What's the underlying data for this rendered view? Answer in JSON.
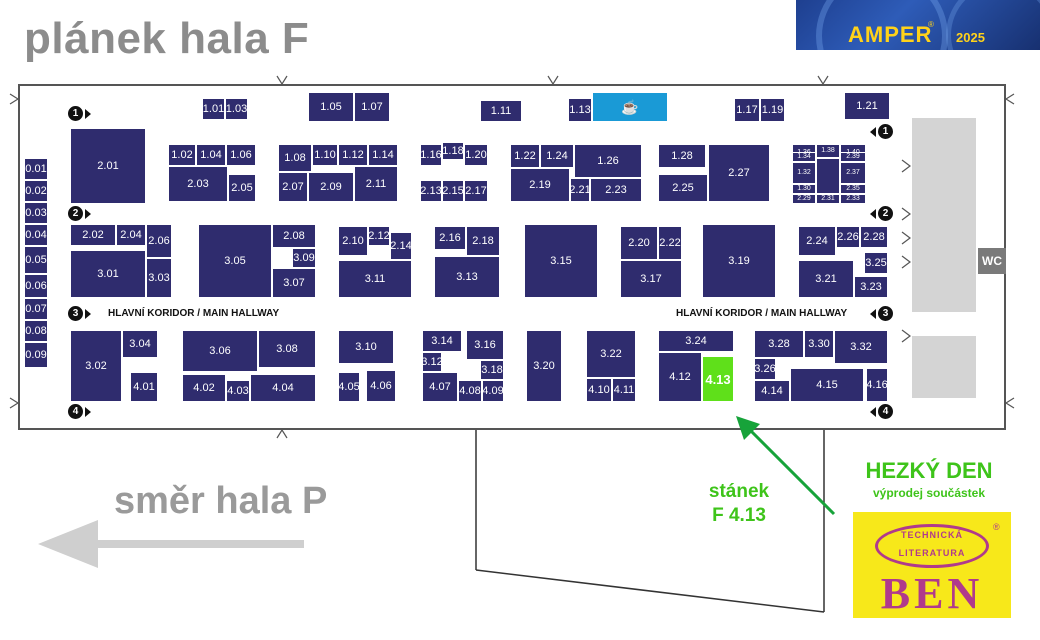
{
  "title": "plánek hala F",
  "amper_logo": {
    "brand": "AMPER",
    "reg": "®",
    "year": "2025"
  },
  "corridor_label": "HLAVNÍ KORIDOR / MAIN HALLWAY",
  "markers": [
    "1",
    "2",
    "3",
    "4"
  ],
  "wc_label": "WC",
  "highlight_booth": "4.13",
  "stand_label_line1": "stánek",
  "stand_label_line2": "F 4.13",
  "exhibitor": {
    "name": "HEZKÝ DEN",
    "subtitle": "výprodej součástek"
  },
  "ben_logo": {
    "line1": "TECHNICKÁ",
    "line2": "LITERATURA",
    "brand": "BEN",
    "reg": "®"
  },
  "direction_label": "směr hala P",
  "colors": {
    "booth": "#2f2c6e",
    "highlight": "#5fe01a",
    "cafe": "#1a9ad6",
    "green_text": "#3ec41a"
  },
  "icons": {
    "cafe": "coffee-cup-icon",
    "door": "door-icon",
    "arrow": "arrow-left-icon"
  },
  "booth_labels": {
    "b001": "0.01",
    "b002": "0.02",
    "b003": "0.03",
    "b004": "0.04",
    "b005": "0.05",
    "b006": "0.06",
    "b007": "0.07",
    "b008": "0.08",
    "b009": "0.09",
    "b101": "1.01",
    "b103": "1.03",
    "b105": "1.05",
    "b107": "1.07",
    "b111": "1.11",
    "b113": "1.13",
    "b117": "1.17",
    "b119": "1.19",
    "b121": "1.21",
    "b102": "1.02",
    "b104": "1.04",
    "b106": "1.06",
    "b108": "1.08",
    "b110": "1.10",
    "b112": "1.12",
    "b114": "1.14",
    "b116": "1.16",
    "b118": "1.18",
    "b120": "1.20",
    "b122": "1.22",
    "b124": "1.24",
    "b126": "1.26",
    "b128": "1.28",
    "b136": "1.36",
    "b134": "1.34",
    "b138": "1.38",
    "b140": "1.40",
    "b239": "2.39",
    "b132": "1.32",
    "b237": "2.37",
    "b130": "1.30",
    "b229": "2.29",
    "b231": "2.31",
    "b235": "2.35",
    "b233": "2.33",
    "b201": "2.01",
    "b203": "2.03",
    "b205": "2.05",
    "b207": "2.07",
    "b209": "2.09",
    "b211": "2.11",
    "b213": "2.13",
    "b215": "2.15",
    "b217": "2.17",
    "b219": "2.19",
    "b221": "2.21",
    "b223": "2.23",
    "b225": "2.25",
    "b227": "2.27",
    "b202": "2.02",
    "b204": "2.04",
    "b206": "2.06",
    "b208": "2.08",
    "b210": "2.10",
    "b212": "2.12",
    "b214": "2.14",
    "b216": "2.16",
    "b218": "2.18",
    "b220": "2.20",
    "b222": "2.22",
    "b224": "2.24",
    "b226": "2.26",
    "b228": "2.28",
    "b301": "3.01",
    "b303": "3.03",
    "b305": "3.05",
    "b309": "3.09",
    "b307": "3.07",
    "b311": "3.11",
    "b313": "3.13",
    "b315": "3.15",
    "b317": "3.17",
    "b319": "3.19",
    "b321": "3.21",
    "b325": "3.25",
    "b323": "3.23",
    "b302": "3.02",
    "b304": "3.04",
    "b401": "4.01",
    "b306": "3.06",
    "b308": "3.08",
    "b402": "4.02",
    "b403": "4.03",
    "b404": "4.04",
    "b310": "3.10",
    "b405": "4.05",
    "b406": "4.06",
    "b314": "3.14",
    "b316": "3.16",
    "b312": "3.12",
    "b318": "3.18",
    "b407": "4.07",
    "b408": "4.08",
    "b409": "4.09",
    "b320": "3.20",
    "b322": "3.22",
    "b410": "4.10",
    "b411": "4.11",
    "b324": "3.24",
    "b412": "4.12",
    "b413": "4.13",
    "b328": "3.28",
    "b330": "3.30",
    "b332": "3.32",
    "b326": "3.26",
    "b414": "4.14",
    "b415": "4.15",
    "b416": "4.16"
  }
}
